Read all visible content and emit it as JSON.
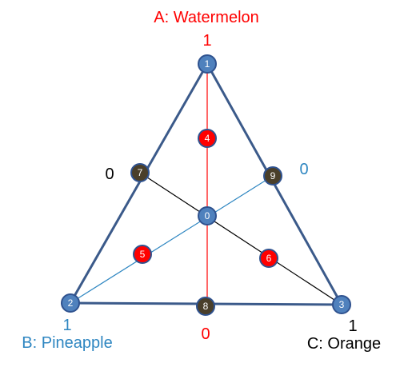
{
  "colors": {
    "watermelon": "#ff0000",
    "pineapple": "#2e86c1",
    "orange": "#000000",
    "triangle_edge": "#3b5a8a",
    "corner_node_fill": "#4f81bd",
    "corner_node_stroke": "#2f528f",
    "dark_node_fill": "#4a3f2a",
    "red_node_fill": "#ff0000",
    "center_node_fill": "#4f81bd",
    "node_stroke": "#2f528f"
  },
  "labels": {
    "a": "A: Watermelon",
    "b": "B: Pineapple",
    "c": "C: Orange"
  },
  "values": {
    "a_top": "1",
    "b_left_bottom": "1",
    "c_right_bottom": "1",
    "left_mid": "0",
    "right_mid": "0",
    "bottom_mid": "0"
  },
  "nodes": {
    "n1": "1",
    "n2": "2",
    "n3": "3",
    "n4": "4",
    "n5": "5",
    "n6": "6",
    "n7": "7",
    "n8": "8",
    "n9": "9",
    "n0": "0"
  }
}
